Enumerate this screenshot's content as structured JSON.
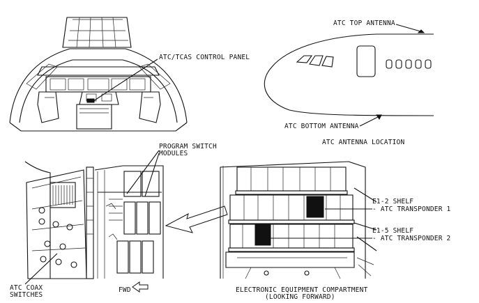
{
  "labels": {
    "atc_tcas_panel": "ATC/TCAS CONTROL PANEL",
    "atc_top_antenna": "ATC TOP ANTENNA",
    "atc_bottom_antenna": "ATC BOTTOM ANTENNA",
    "atc_antenna_location": "ATC ANTENNA LOCATION",
    "program_switch_1": "PROGRAM SWITCH",
    "program_switch_2": "MODULES",
    "e1_2_shelf": "E1-2 SHELF",
    "atc_transponder_1": "- ATC TRANSPONDER 1",
    "e1_5_shelf": "E1-5 SHELF",
    "atc_transponder_2": "- ATC TRANSPONDER 2",
    "atc_coax_1": "ATC COAX",
    "atc_coax_2": "SWITCHES",
    "fwd": "FWD",
    "eec_1": "ELECTRONIC EQUIPMENT COMPARTMENT",
    "eec_2": "(LOOKING FORWARD)"
  }
}
